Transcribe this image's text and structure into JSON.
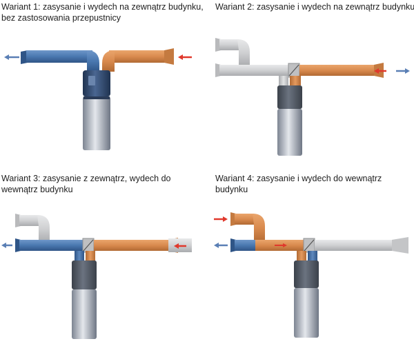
{
  "variants": [
    {
      "line1": "Wariant 1: zasysanie i wydech na zewnątrz budynku,",
      "line2": "bez zastosowania przepustnicy"
    },
    {
      "line1": "Wariant 2: zasysanie i wydech na zewnątrz budynku",
      "line2": ""
    },
    {
      "line1": "Wariant 3: zasysanie z zewnątrz, wydech do",
      "line2": "wewnątrz budynku"
    },
    {
      "line1": "Wariant 4: zasysanie i wydech do wewnątrz",
      "line2": "budynku"
    }
  ],
  "colors": {
    "blue_duct": "#4a78b0",
    "orange_duct": "#d98a4e",
    "grey_duct": "#c9cacb",
    "tank_dark": "#2e4566",
    "tank_light": "#b7bcc6",
    "arrow_red": "#e0382c",
    "arrow_blue": "#5a7fb5"
  }
}
